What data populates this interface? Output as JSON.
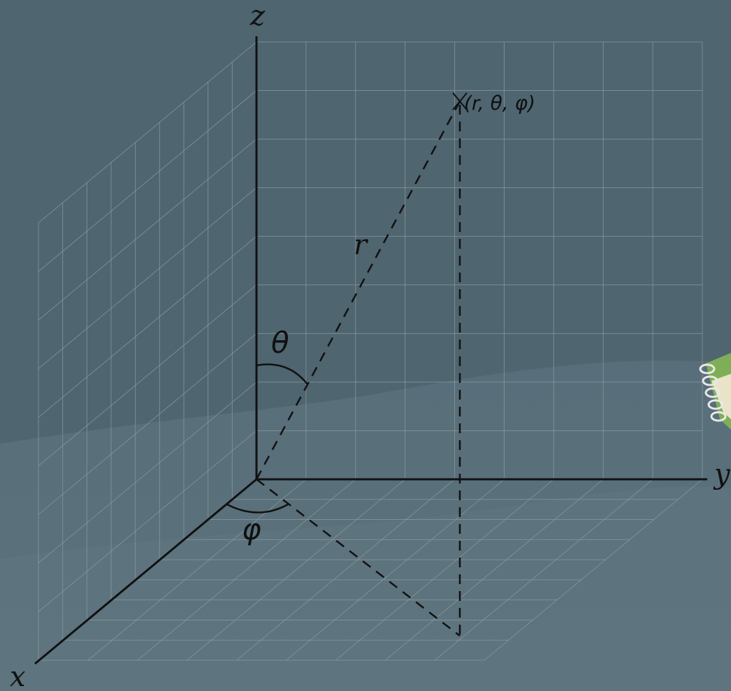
{
  "diagram": {
    "axes": {
      "x_label": "x",
      "y_label": "y",
      "z_label": "z"
    },
    "labels": {
      "theta": "θ",
      "phi": "φ",
      "r": "r",
      "point": "(r, θ,   φ)"
    },
    "colors": {
      "background": "#4f6570",
      "ink": "#111111",
      "grid": "#8a9a9e"
    }
  }
}
